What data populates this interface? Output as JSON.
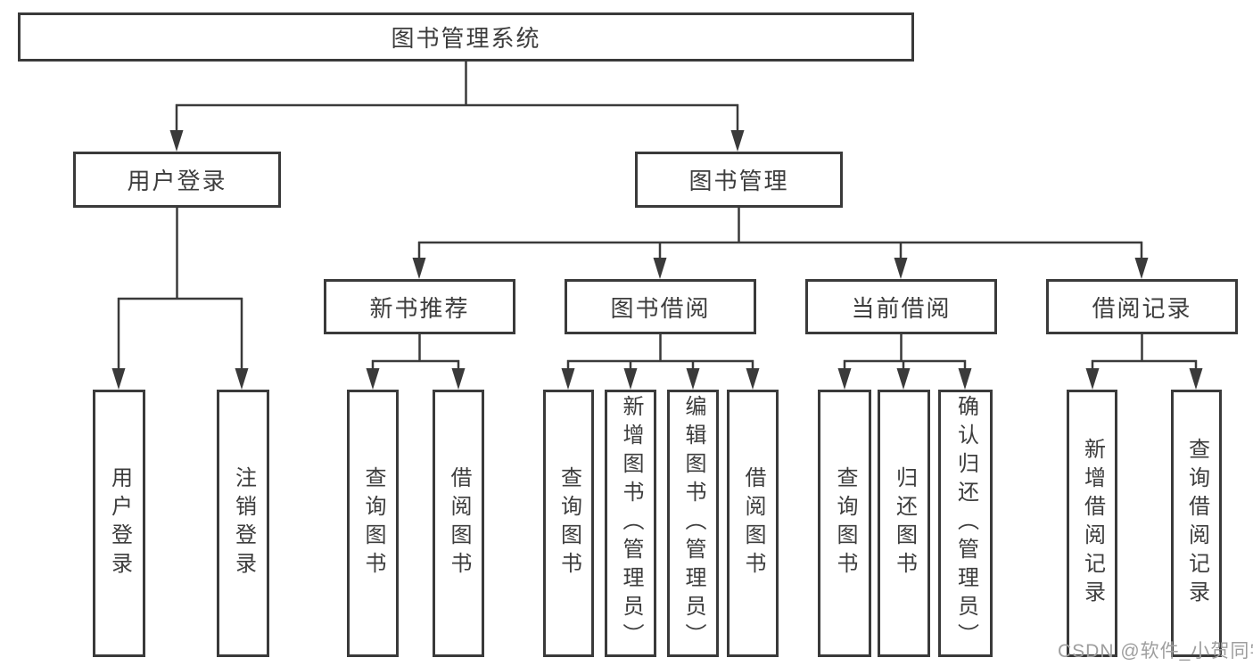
{
  "diagram": {
    "title": "图书管理系统",
    "nodes": {
      "root": "图书管理系统",
      "l2": [
        "用户登录",
        "图书管理"
      ],
      "l3": [
        "新书推荐",
        "图书借阅",
        "当前借阅",
        "借阅记录"
      ],
      "leaf_login": [
        "用户登录",
        "注销登录"
      ],
      "leaf_newbook": [
        "查询图书",
        "借阅图书"
      ],
      "leaf_borrow": [
        "查询图书",
        "新增图书（管理员）",
        "编辑图书（管理员）",
        "借阅图书"
      ],
      "leaf_current": [
        "查询图书",
        "归还图书",
        "确认归还（管理员）"
      ],
      "leaf_record": [
        "新增借阅记录",
        "查询借阅记录"
      ]
    },
    "edges": [
      "图书管理系统 -> 用户登录",
      "图书管理系统 -> 图书管理",
      "用户登录 -> 用户登录",
      "用户登录 -> 注销登录",
      "图书管理 -> 新书推荐",
      "图书管理 -> 图书借阅",
      "图书管理 -> 当前借阅",
      "图书管理 -> 借阅记录",
      "新书推荐 -> 查询图书",
      "新书推荐 -> 借阅图书",
      "图书借阅 -> 查询图书",
      "图书借阅 -> 新增图书（管理员）",
      "图书借阅 -> 编辑图书（管理员）",
      "图书借阅 -> 借阅图书",
      "当前借阅 -> 查询图书",
      "当前借阅 -> 归还图书",
      "当前借阅 -> 确认归还（管理员）",
      "借阅记录 -> 新增借阅记录",
      "借阅记录 -> 查询借阅记录"
    ]
  },
  "watermark": "CSDN @软件_小贺同学",
  "colors": {
    "line": "#3a3a3a",
    "text": "#3d3d3d",
    "watermark": "#9e9e9e",
    "background": "#ffffff"
  }
}
